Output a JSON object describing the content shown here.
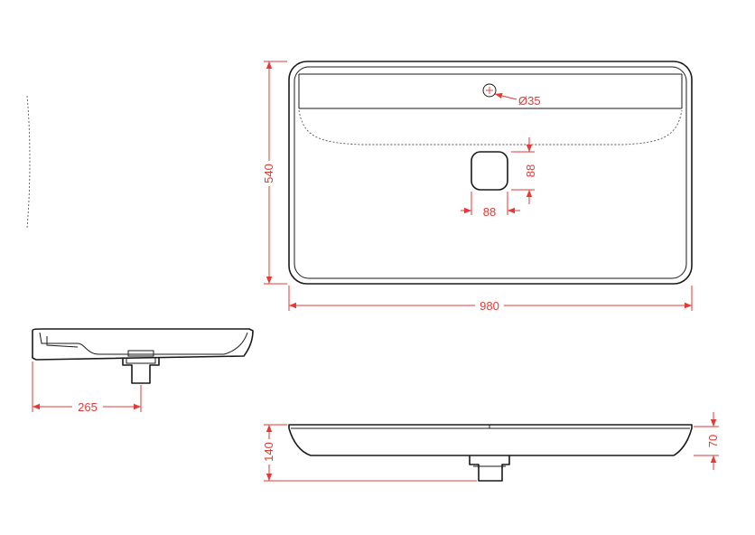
{
  "drawing": {
    "colors": {
      "outline": "#1a1a1a",
      "dimension": "#e53935"
    },
    "dimensions": {
      "overall_width": "980",
      "overall_depth": "540",
      "tap_hole_diameter": "Ø35",
      "drain_width": "88",
      "drain_depth": "88",
      "drain_offset": "265",
      "overall_height": "140",
      "rim_height": "70"
    }
  }
}
